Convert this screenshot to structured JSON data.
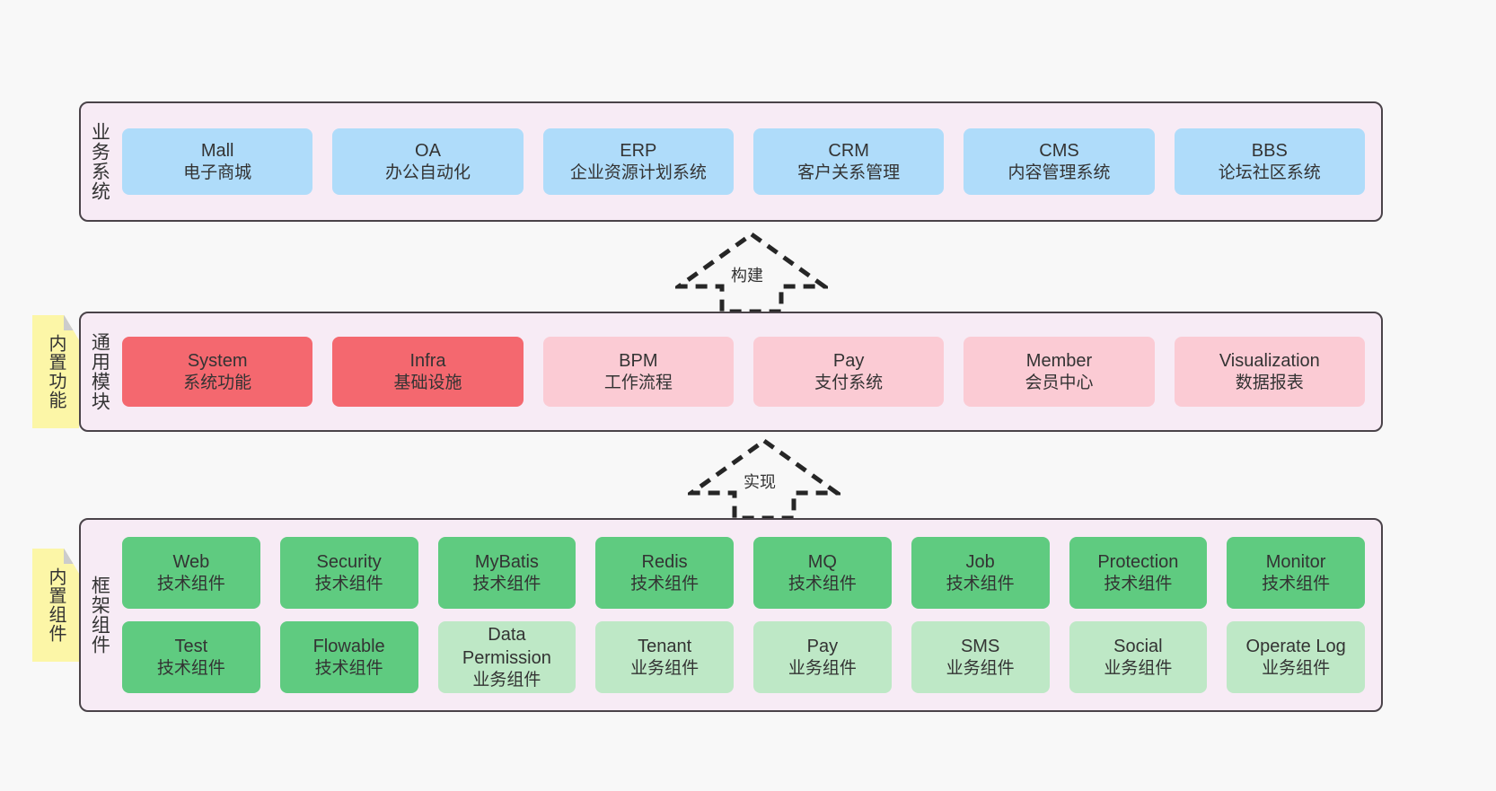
{
  "diagram": {
    "background_color": "#F8F8F8",
    "panel_color": "#F7EBF5",
    "panel_border_color": "#4A4349",
    "sticky_color": "#FCF6A7"
  },
  "layers": {
    "business": {
      "title": "业务系统",
      "fill": "#AFDCFA",
      "items": [
        {
          "name": "Mall",
          "desc": "电子商城"
        },
        {
          "name": "OA",
          "desc": "办公自动化"
        },
        {
          "name": "ERP",
          "desc": "企业资源计划系统"
        },
        {
          "name": "CRM",
          "desc": "客户关系管理"
        },
        {
          "name": "CMS",
          "desc": "内容管理系统"
        },
        {
          "name": "BBS",
          "desc": "论坛社区系统"
        }
      ]
    },
    "common": {
      "title": "通用模块",
      "sticky": "内置功能",
      "fill_strong": "#F4686F",
      "fill_soft": "#FBCBD4",
      "items": [
        {
          "name": "System",
          "desc": "系统功能",
          "emphasis": "strong"
        },
        {
          "name": "Infra",
          "desc": "基础设施",
          "emphasis": "strong"
        },
        {
          "name": "BPM",
          "desc": "工作流程",
          "emphasis": "soft"
        },
        {
          "name": "Pay",
          "desc": "支付系统",
          "emphasis": "soft"
        },
        {
          "name": "Member",
          "desc": "会员中心",
          "emphasis": "soft"
        },
        {
          "name": "Visualization",
          "desc": "数据报表",
          "emphasis": "soft"
        }
      ]
    },
    "framework": {
      "title": "框架组件",
      "sticky": "内置组件",
      "fill_strong": "#5FCB80",
      "fill_soft": "#BEE8C6",
      "row1": [
        {
          "name": "Web",
          "desc": "技术组件"
        },
        {
          "name": "Security",
          "desc": "技术组件"
        },
        {
          "name": "MyBatis",
          "desc": "技术组件"
        },
        {
          "name": "Redis",
          "desc": "技术组件"
        },
        {
          "name": "MQ",
          "desc": "技术组件"
        },
        {
          "name": "Job",
          "desc": "技术组件"
        },
        {
          "name": "Protection",
          "desc": "技术组件"
        },
        {
          "name": "Monitor",
          "desc": "技术组件"
        }
      ],
      "row2": [
        {
          "name": "Test",
          "desc": "技术组件",
          "emphasis": "strong"
        },
        {
          "name": "Flowable",
          "desc": "技术组件",
          "emphasis": "strong"
        },
        {
          "name": "Data Permission",
          "desc": "业务组件",
          "emphasis": "soft"
        },
        {
          "name": "Tenant",
          "desc": "业务组件",
          "emphasis": "soft"
        },
        {
          "name": "Pay",
          "desc": "业务组件",
          "emphasis": "soft"
        },
        {
          "name": "SMS",
          "desc": "业务组件",
          "emphasis": "soft"
        },
        {
          "name": "Social",
          "desc": "业务组件",
          "emphasis": "soft"
        },
        {
          "name": "Operate Log",
          "desc": "业务组件",
          "emphasis": "soft"
        }
      ]
    }
  },
  "arrows": [
    {
      "id": "build",
      "label": "构建",
      "from": "common",
      "to": "business"
    },
    {
      "id": "impl",
      "label": "实现",
      "from": "framework",
      "to": "common"
    }
  ]
}
